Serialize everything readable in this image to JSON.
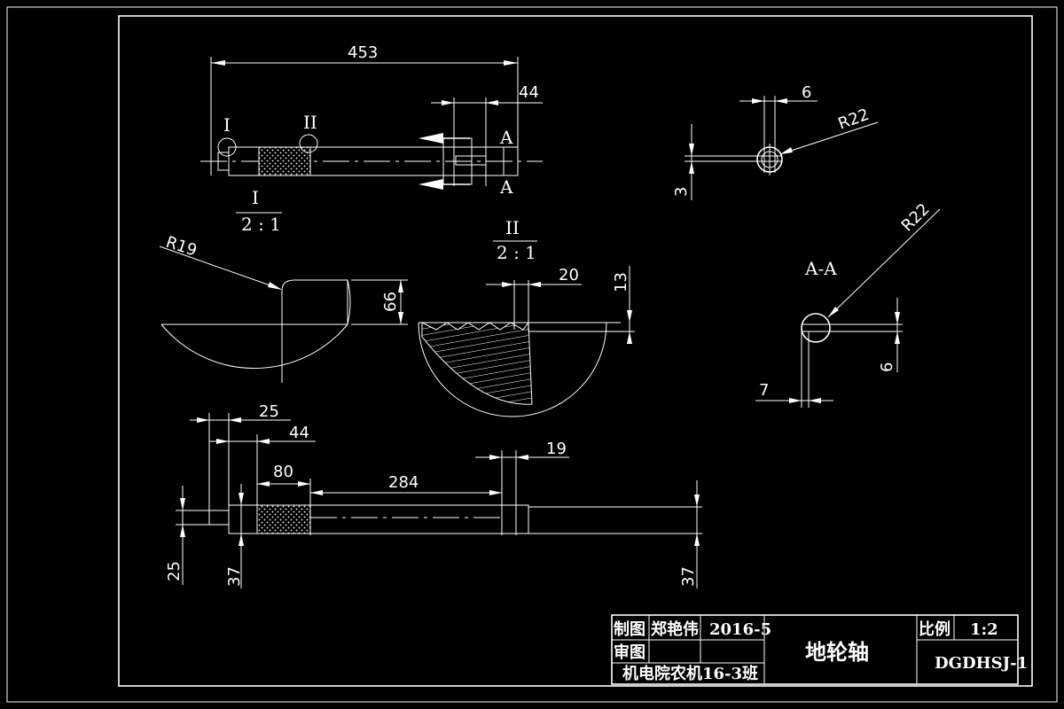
{
  "dimensions": {
    "overall_length": "453",
    "top_44": "44",
    "top_6": "6",
    "r22_top": "R22",
    "dim_3": "3",
    "r19": "R19",
    "dim_66": "66",
    "dim_20": "20",
    "dim_13": "13",
    "r22_section": "R22",
    "dim_6_section": "6",
    "dim_7": "7",
    "dim_25_top": "25",
    "dim_44_lower": "44",
    "dim_19": "19",
    "dim_80": "80",
    "dim_284": "284",
    "dim_25_left": "25",
    "dim_37_left": "37",
    "dim_37_right": "37"
  },
  "labels": {
    "detail_I_marker": "I",
    "detail_II_marker": "II",
    "section_A_top": "A",
    "section_A_bottom": "A",
    "detail_I_title": "I",
    "detail_I_scale": "2 : 1",
    "detail_II_title": "II",
    "detail_II_scale": "2 : 1",
    "section_AA": "A-A"
  },
  "title_block": {
    "drawn_by_label": "制图",
    "drawer_name": "郑艳伟",
    "date": "2016-5",
    "reviewed_label": "审图",
    "organization": "机电院农机16-3班",
    "part_name": "地轮轴",
    "scale_label": "比例",
    "scale_value": "1:2",
    "drawing_number": "DGDHSJ-1"
  },
  "colors": {
    "background": "#000000",
    "lines": "#ffffff"
  }
}
